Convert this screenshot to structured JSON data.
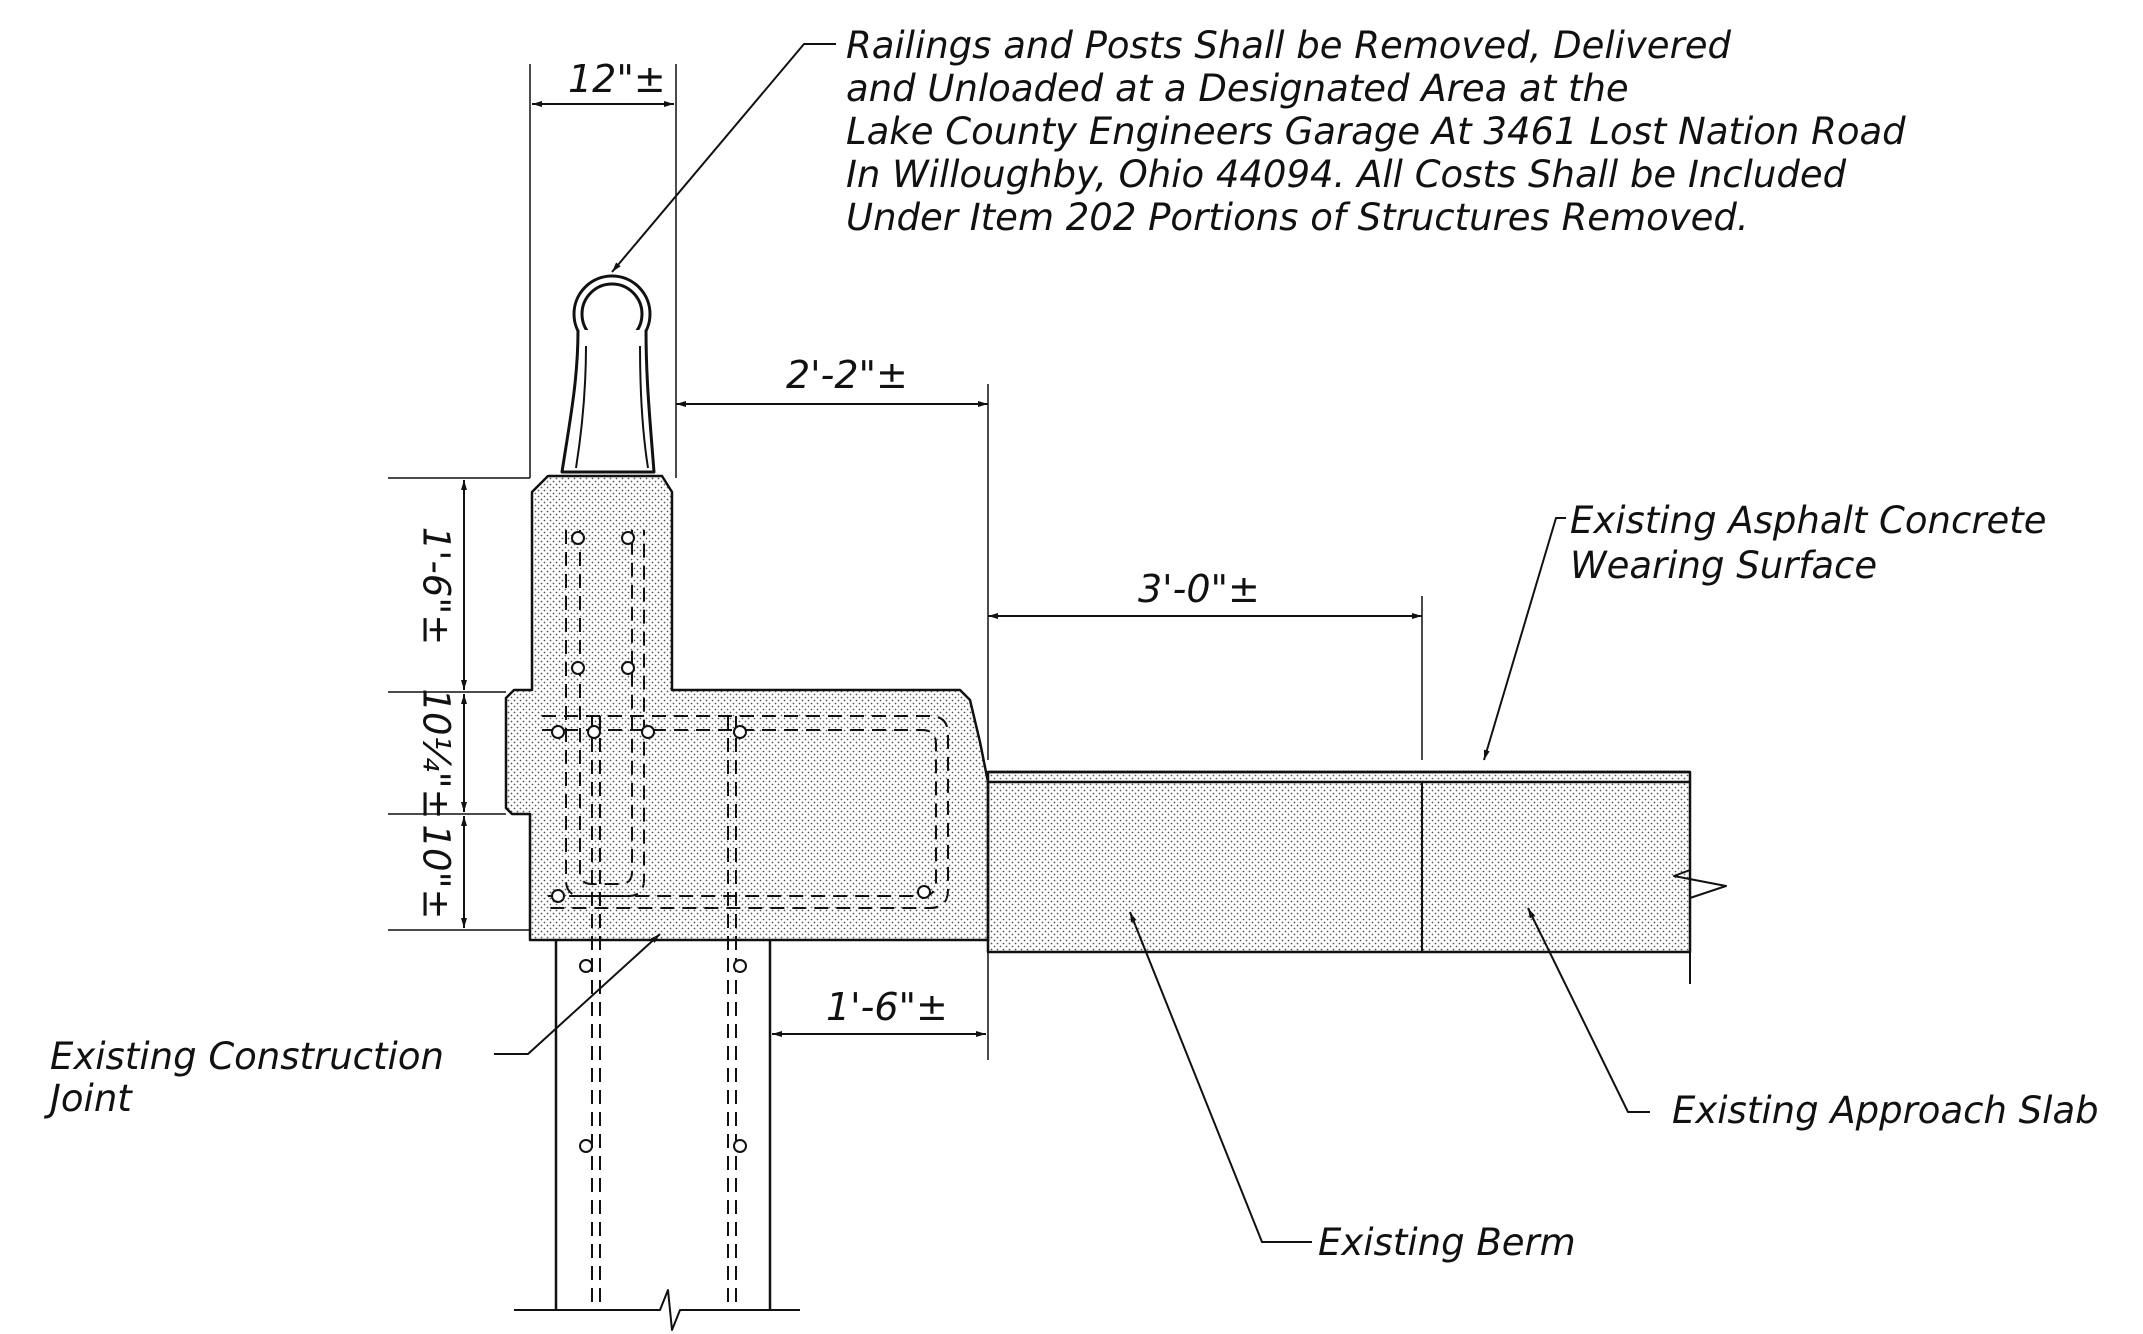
{
  "notes": {
    "railings": [
      "Railings and Posts Shall be Removed, Delivered",
      "and Unloaded at a Designated Area at the",
      "Lake County Engineers Garage At 3461 Lost Nation Road",
      "In Willoughby, Ohio 44094. All Costs Shall be Included",
      "Under Item 202 Portions of Structures Removed."
    ],
    "asphalt": [
      "Existing Asphalt Concrete",
      "Wearing Surface"
    ],
    "construction_joint": [
      "Existing Construction",
      "Joint"
    ],
    "approach_slab": "Existing Approach Slab",
    "berm": "Existing Berm"
  },
  "dimensions": {
    "rail_width": "12\"±",
    "parapet_to_curb": "2'-2\"±",
    "berm_width": "3'-0\"±",
    "wall_offset": "1'-6\"±",
    "post_height": "1'-6\"±",
    "curb_height": "10¼\"±",
    "base_height": "10\"±"
  },
  "colors": {
    "ink": "#111111",
    "hatch": "#555555",
    "paper": "#ffffff"
  }
}
